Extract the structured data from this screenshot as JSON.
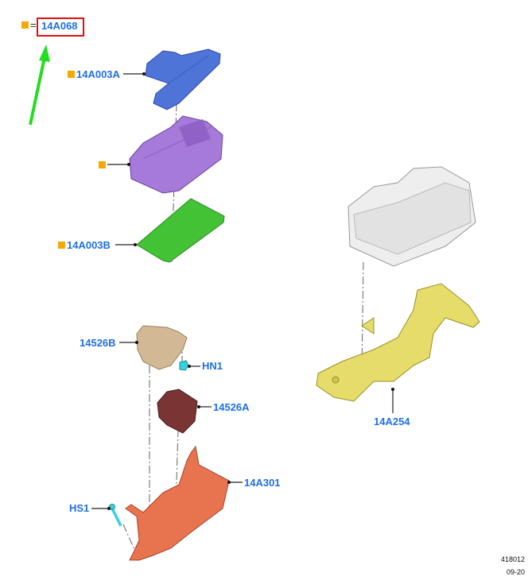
{
  "legend": {
    "equals": "=",
    "part": "14A068"
  },
  "callouts": {
    "c14A003A": "14A003A",
    "c14A003B": "14A003B",
    "c14526B": "14526B",
    "cHN1": "HN1",
    "c14526A": "14526A",
    "c14A301": "14A301",
    "cHS1": "HS1",
    "c14A254": "14A254"
  },
  "ref": {
    "number": "418012",
    "date": "09-20"
  },
  "colors": {
    "label": "#1f6fe8",
    "marker": "#f5a800",
    "highlight": "#e01010",
    "arrow": "#22dd22"
  }
}
